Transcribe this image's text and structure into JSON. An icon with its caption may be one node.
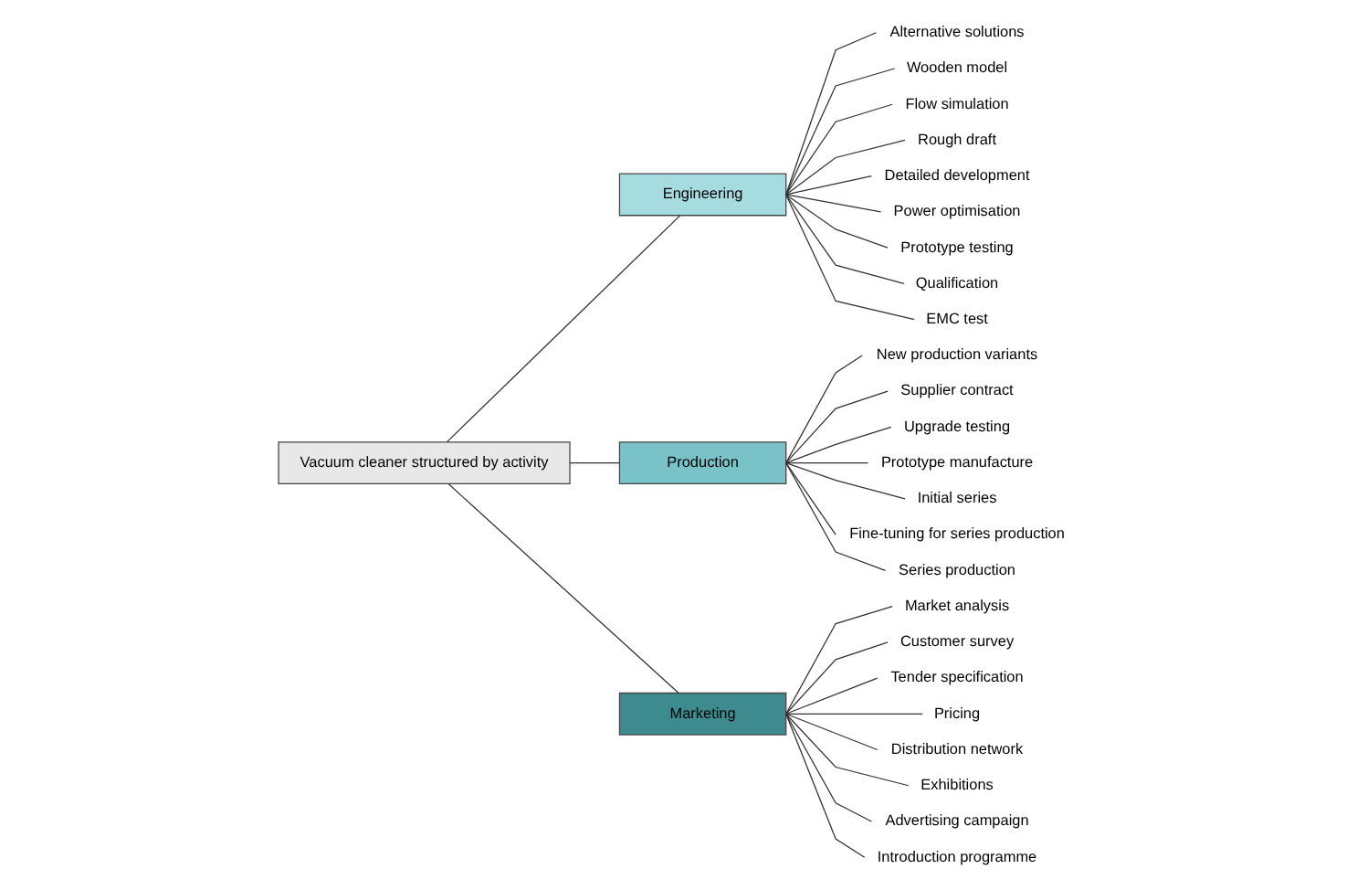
{
  "diagram": {
    "nodes": [
      {
        "text": [
          "Vacuum cleaner structured by activity"
        ]
      },
      {
        "text": [
          "Engineering"
        ]
      },
      {
        "text": [
          "Production"
        ]
      },
      {
        "text": [
          "Marketing"
        ]
      },
      {
        "text": [
          "Alternative solutions"
        ]
      },
      {
        "text": [
          "Wooden model"
        ]
      },
      {
        "text": [
          "Flow simulation"
        ]
      },
      {
        "text": [
          "Rough draft"
        ]
      },
      {
        "text": [
          "Detailed development"
        ]
      },
      {
        "text": [
          "Power optimisation"
        ]
      },
      {
        "text": [
          "Prototype testing"
        ]
      },
      {
        "text": [
          "Qualification"
        ]
      },
      {
        "text": [
          "EMC test"
        ]
      },
      {
        "text": [
          "New production variants"
        ]
      },
      {
        "text": [
          "Supplier contract"
        ]
      },
      {
        "text": [
          "Upgrade testing"
        ]
      },
      {
        "text": [
          "Prototype manufacture"
        ]
      },
      {
        "text": [
          "Initial series"
        ]
      },
      {
        "text": [
          "Fine-tuning for series production"
        ]
      },
      {
        "text": [
          "Series production"
        ]
      },
      {
        "text": [
          "Market analysis"
        ]
      },
      {
        "text": [
          "Customer survey"
        ]
      },
      {
        "text": [
          "Tender specification"
        ]
      },
      {
        "text": [
          "Pricing"
        ]
      },
      {
        "text": [
          "Distribution network"
        ]
      },
      {
        "text": [
          "Exhibitions"
        ]
      },
      {
        "text": [
          "Advertising campaign"
        ]
      },
      {
        "text": [
          "Introduction programme"
        ]
      }
    ],
    "edges": [
      {
        "from": 0,
        "to": 1,
        "arrow": "none"
      },
      {
        "from": 0,
        "to": 2,
        "arrow": "none"
      },
      {
        "from": 0,
        "to": 3,
        "arrow": "none"
      },
      {
        "from": 1,
        "to": 4,
        "arrow": "none"
      },
      {
        "from": 1,
        "to": 5,
        "arrow": "none"
      },
      {
        "from": 1,
        "to": 6,
        "arrow": "none"
      },
      {
        "from": 1,
        "to": 7,
        "arrow": "none"
      },
      {
        "from": 1,
        "to": 8,
        "arrow": "none"
      },
      {
        "from": 1,
        "to": 9,
        "arrow": "none"
      },
      {
        "from": 1,
        "to": 10,
        "arrow": "none"
      },
      {
        "from": 1,
        "to": 11,
        "arrow": "none"
      },
      {
        "from": 1,
        "to": 12,
        "arrow": "none"
      },
      {
        "from": 2,
        "to": 13,
        "arrow": "none"
      },
      {
        "from": 2,
        "to": 14,
        "arrow": "none"
      },
      {
        "from": 2,
        "to": 15,
        "arrow": "none"
      },
      {
        "from": 2,
        "to": 16,
        "arrow": "none"
      },
      {
        "from": 2,
        "to": 17,
        "arrow": "none"
      },
      {
        "from": 2,
        "to": 18,
        "arrow": "none"
      },
      {
        "from": 2,
        "to": 19,
        "arrow": "none"
      },
      {
        "from": 3,
        "to": 20,
        "arrow": "none"
      },
      {
        "from": 3,
        "to": 21,
        "arrow": "none"
      },
      {
        "from": 3,
        "to": 22,
        "arrow": "none"
      },
      {
        "from": 3,
        "to": 23,
        "arrow": "none"
      },
      {
        "from": 3,
        "to": 24,
        "arrow": "none"
      },
      {
        "from": 3,
        "to": 25,
        "arrow": "none"
      },
      {
        "from": 3,
        "to": 26,
        "arrow": "none"
      },
      {
        "from": 3,
        "to": 27,
        "arrow": "none"
      }
    ]
  }
}
